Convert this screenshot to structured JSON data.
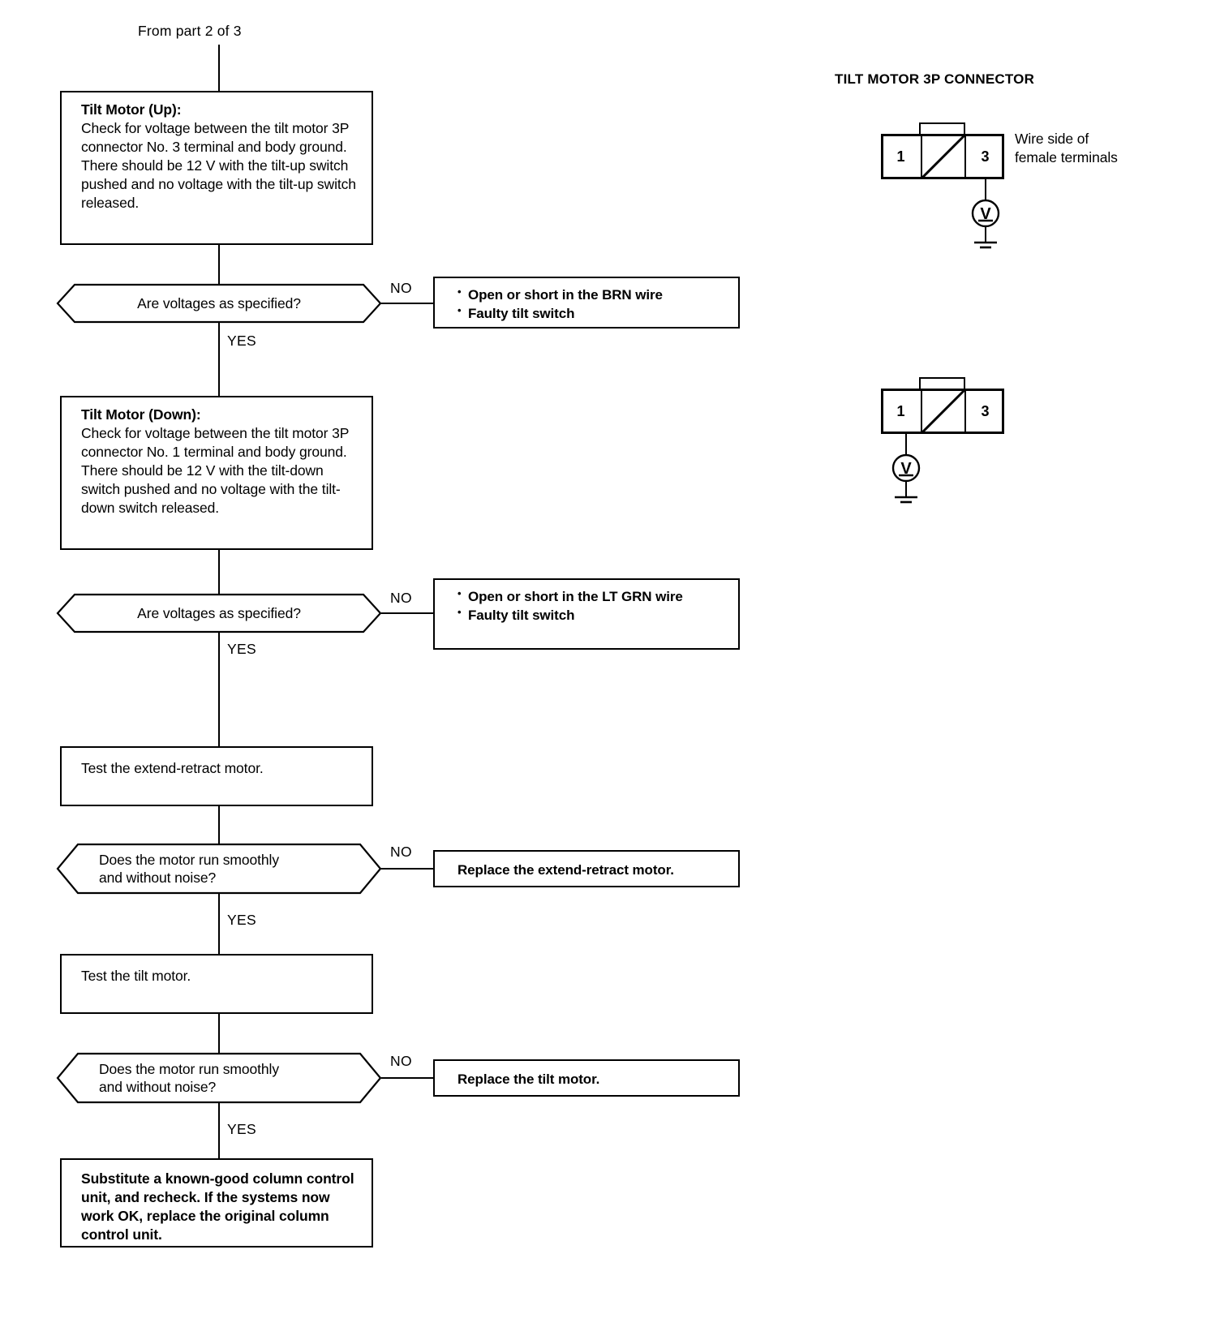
{
  "document": {
    "top_reference": "From  part  2 of 3"
  },
  "flow": {
    "steps": [
      {
        "id": "tilt-motor-up",
        "heading": "Tilt Motor (Up):",
        "body": "Check for voltage between the tilt motor 3P connector No. 3 terminal and body ground. There should be 12 V with the tilt-up switch pushed and no voltage with the tilt-up switch released."
      },
      {
        "id": "tilt-motor-down",
        "heading": "Tilt Motor (Down):",
        "body": "Check for voltage between the tilt motor 3P connector No. 1 terminal and body ground. There should be 12 V with the tilt-down switch pushed and no voltage with the tilt-down switch released."
      },
      {
        "id": "test-extend-retract-motor",
        "heading": "",
        "body": "Test the extend-retract motor."
      },
      {
        "id": "test-tilt-motor",
        "heading": "",
        "body": "Test the tilt motor."
      },
      {
        "id": "substitute-column-control-unit",
        "heading": "",
        "body": "Substitute a known-good column control unit, and recheck. If the systems now work OK, replace the original column control unit."
      }
    ],
    "decisions": [
      {
        "id": "voltages-specified-up",
        "question": "Are voltages as specified?",
        "yes_label": "YES",
        "no_label": "NO"
      },
      {
        "id": "voltages-specified-down",
        "question": "Are voltages as specified?",
        "yes_label": "YES",
        "no_label": "NO"
      },
      {
        "id": "extend-retract-motor-smooth",
        "line1": "Does the motor run smoothly",
        "line2": "and without noise?",
        "yes_label": "YES",
        "no_label": "NO"
      },
      {
        "id": "tilt-motor-smooth",
        "line1": "Does the motor run smoothly",
        "line2": "and without noise?",
        "yes_label": "YES",
        "no_label": "NO"
      }
    ],
    "results": [
      {
        "id": "brn-wire-fault",
        "items": [
          "Open or short in the BRN wire",
          "Faulty tilt switch"
        ]
      },
      {
        "id": "lt-grn-wire-fault",
        "items": [
          "Open or short in the LT GRN wire",
          "Faulty tilt switch"
        ]
      },
      {
        "id": "replace-extend-retract-motor",
        "text": "Replace the extend-retract motor."
      },
      {
        "id": "replace-tilt-motor",
        "text": "Replace the tilt motor."
      }
    ]
  },
  "connector_panel": {
    "title": "TILT MOTOR 3P CONNECTOR",
    "note_line1": "Wire side of",
    "note_line2": "female terminals",
    "connectors": [
      {
        "id": "connector-top",
        "pin_left": "1",
        "pin_right": "3",
        "probe_terminal": "3",
        "meter_symbol": "V"
      },
      {
        "id": "connector-bottom",
        "pin_left": "1",
        "pin_right": "3",
        "probe_terminal": "1",
        "meter_symbol": "V"
      }
    ]
  },
  "colors": {
    "ink": "#000000",
    "paper": "#ffffff"
  }
}
